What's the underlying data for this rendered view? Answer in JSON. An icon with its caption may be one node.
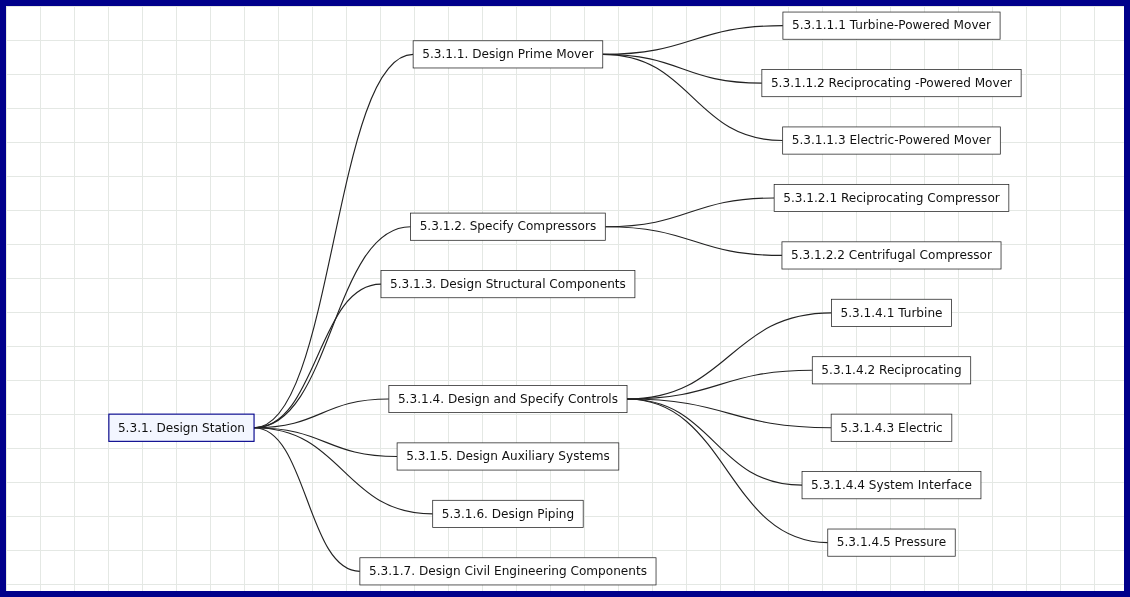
{
  "diagram": {
    "nodes": [
      {
        "text": [
          "5.3.1. Design Station"
        ]
      },
      {
        "text": [
          "5.3.1.1. Design Prime Mover"
        ]
      },
      {
        "text": [
          "5.3.1.1.1 Turbine-Powered Mover"
        ]
      },
      {
        "text": [
          "5.3.1.1.2 Reciprocating -Powered Mover"
        ]
      },
      {
        "text": [
          "5.3.1.1.3 Electric-Powered Mover"
        ]
      },
      {
        "text": [
          "5.3.1.2. Specify Compressors"
        ]
      },
      {
        "text": [
          "5.3.1.2.1 Reciprocating Compressor"
        ]
      },
      {
        "text": [
          "5.3.1.2.2 Centrifugal Compressor"
        ]
      },
      {
        "text": [
          "5.3.1.3. Design Structural Components"
        ]
      },
      {
        "text": [
          "5.3.1.4. Design and Specify Controls"
        ]
      },
      {
        "text": [
          "5.3.1.4.1 Turbine"
        ]
      },
      {
        "text": [
          "5.3.1.4.2 Reciprocating"
        ]
      },
      {
        "text": [
          "5.3.1.4.3 Electric"
        ]
      },
      {
        "text": [
          "5.3.1.4.4 System Interface"
        ]
      },
      {
        "text": [
          "5.3.1.4.5 Pressure"
        ]
      },
      {
        "text": [
          "5.3.1.5. Design Auxiliary Systems"
        ]
      },
      {
        "text": [
          "5.3.1.6. Design Piping"
        ]
      },
      {
        "text": [
          "5.3.1.7. Design Civil Engineering Components"
        ]
      }
    ],
    "edges": [
      {
        "from": 0,
        "to": 1,
        "arrow": "none"
      },
      {
        "from": 1,
        "to": 2,
        "arrow": "none"
      },
      {
        "from": 1,
        "to": 3,
        "arrow": "none"
      },
      {
        "from": 1,
        "to": 4,
        "arrow": "none"
      },
      {
        "from": 0,
        "to": 5,
        "arrow": "none"
      },
      {
        "from": 5,
        "to": 6,
        "arrow": "none"
      },
      {
        "from": 5,
        "to": 7,
        "arrow": "none"
      },
      {
        "from": 0,
        "to": 8,
        "arrow": "none"
      },
      {
        "from": 0,
        "to": 9,
        "arrow": "none"
      },
      {
        "from": 9,
        "to": 10,
        "arrow": "none"
      },
      {
        "from": 9,
        "to": 11,
        "arrow": "none"
      },
      {
        "from": 9,
        "to": 12,
        "arrow": "none"
      },
      {
        "from": 9,
        "to": 13,
        "arrow": "none"
      },
      {
        "from": 9,
        "to": 14,
        "arrow": "none"
      },
      {
        "from": 0,
        "to": 15,
        "arrow": "none"
      },
      {
        "from": 0,
        "to": 16,
        "arrow": "none"
      },
      {
        "from": 0,
        "to": 17,
        "arrow": "none"
      }
    ]
  }
}
